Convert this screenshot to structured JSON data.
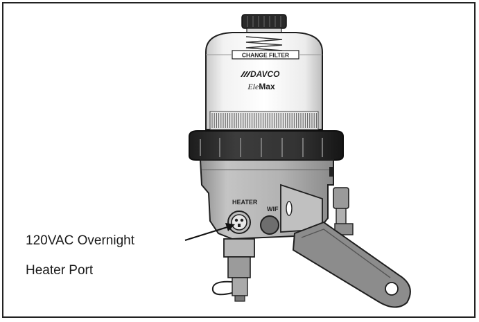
{
  "product": {
    "band_label": "CHANGE FILTER",
    "brand": "DAVCO",
    "model_prefix": "Ele",
    "model_suffix": "Max"
  },
  "ports": {
    "heater_label": "HEATER",
    "wif_label": "WIF"
  },
  "callout": {
    "line1": "120VAC Overnight",
    "line2": "Heater Port"
  },
  "colors": {
    "housing": "#b5b5b5",
    "housing_dark": "#7d7d7d",
    "collar": "#2b2b2b",
    "outline": "#1e1e1e"
  }
}
